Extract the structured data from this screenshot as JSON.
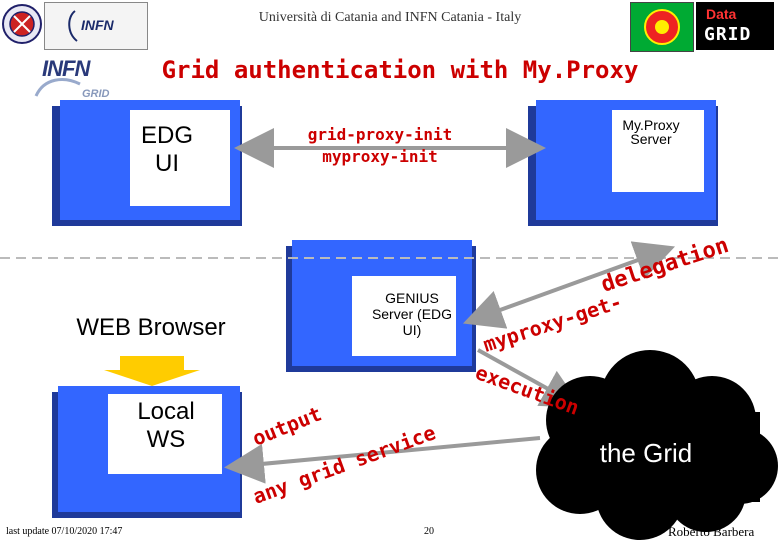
{
  "header": {
    "institution": "Università di Catania and INFN Catania - Italy",
    "logos": {
      "unict_seal": "university-seal-icon",
      "infn_top": "INFN",
      "infn_grid": "INFN GRID",
      "datagrid": "DataGrid"
    }
  },
  "title": "Grid authentication with My.Proxy",
  "nodes": {
    "edg_ui": "EDG UI",
    "myproxy_server": "My.Proxy Server",
    "genius_server": "GENIUS Server (EDG UI)",
    "web_browser": "WEB Browser",
    "local_ws": "Local WS",
    "grid": "the Grid"
  },
  "arrows": {
    "top_line1": "grid-proxy-init",
    "top_line2": "myproxy-init",
    "delegation": "delegation",
    "myproxy_get": "myproxy-get-",
    "execution": "execution",
    "output": "output",
    "grid_service": "any grid service"
  },
  "footer": {
    "last_update": "last update 07/10/2020 17:47",
    "page_number": "20",
    "author": "Roberto Barbera"
  },
  "colors": {
    "monitor": "#3366ff",
    "title": "#cc0000",
    "arrow": "#9a9a9a",
    "cloud": "#000000",
    "browser_arrow": "#ffcc00"
  }
}
